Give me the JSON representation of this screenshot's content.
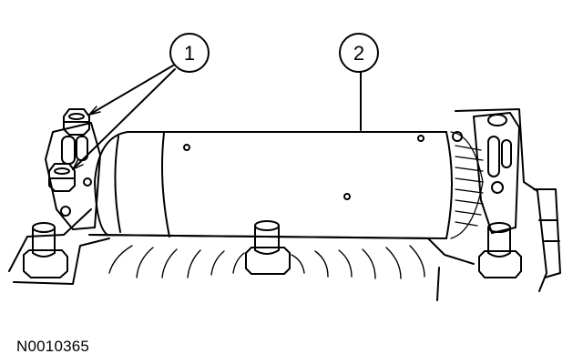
{
  "callouts": [
    {
      "number": "1"
    },
    {
      "number": "2"
    }
  ],
  "figure_id": "N0010365"
}
